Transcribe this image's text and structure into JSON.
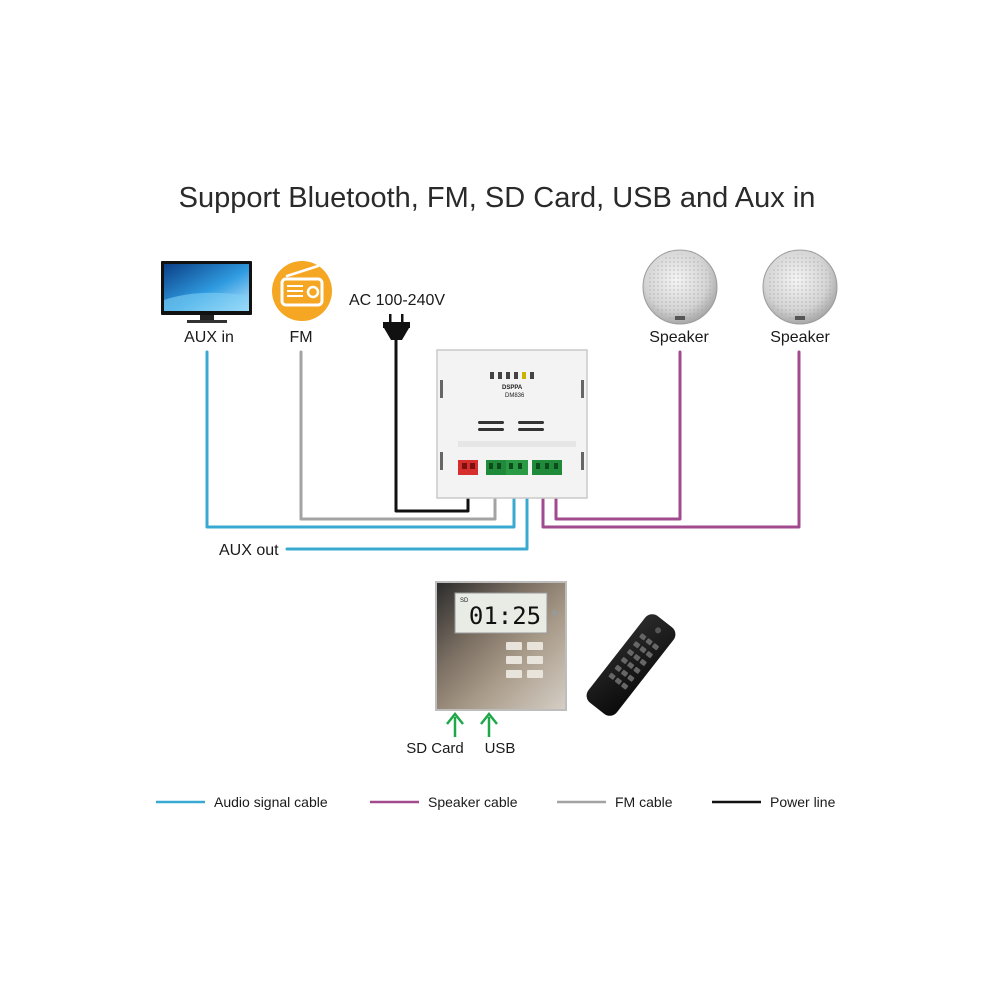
{
  "title": "Support Bluetooth, FM, SD Card, USB and Aux in",
  "colors": {
    "audio": "#3aa9d2",
    "speaker": "#a24a8e",
    "fm": "#a3a3a3",
    "power": "#111111",
    "input_arrow": "#1fa84a"
  },
  "devices": {
    "tv": {
      "label": "AUX in",
      "icon": "tv-icon"
    },
    "radio": {
      "label": "FM",
      "icon": "radio-icon"
    },
    "power": {
      "label": "AC 100-240V",
      "icon": "power-plug-icon"
    },
    "speaker_left": {
      "label": "Speaker",
      "icon": "ceiling-speaker-icon"
    },
    "speaker_right": {
      "label": "Speaker",
      "icon": "ceiling-speaker-icon"
    },
    "amplifier": {
      "brand": "DSPPA",
      "model": "DM836",
      "icon": "amplifier-back-panel-icon"
    },
    "aux_out": {
      "label": "AUX out"
    },
    "wall_panel": {
      "display": "01:25",
      "icon": "wall-panel-icon"
    },
    "remote": {
      "icon": "remote-control-icon"
    },
    "sd_card": {
      "label": "SD Card",
      "icon": "arrow-up-icon"
    },
    "usb": {
      "label": "USB",
      "icon": "arrow-up-icon"
    }
  },
  "legend": [
    {
      "key": "audio",
      "label": "Audio signal cable"
    },
    {
      "key": "speaker",
      "label": "Speaker cable"
    },
    {
      "key": "fm",
      "label": "FM cable"
    },
    {
      "key": "power",
      "label": "Power line"
    }
  ]
}
